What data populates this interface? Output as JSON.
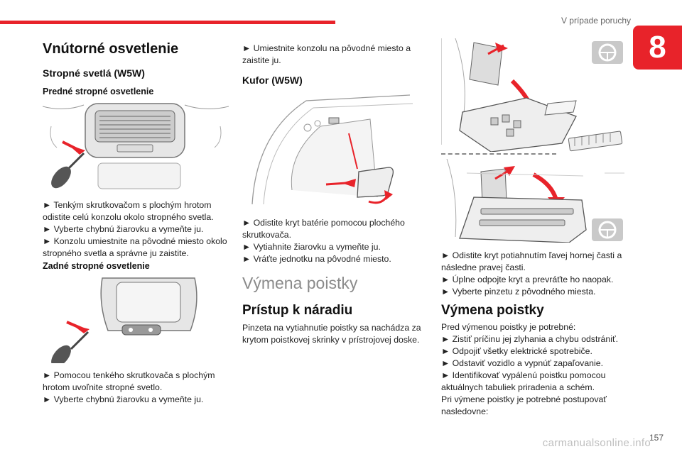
{
  "header": {
    "section": "V prípade poruchy",
    "chapter": "8",
    "page": "157",
    "watermark": "carmanualsonline.info"
  },
  "col1": {
    "title": "Vnútorné osvetlenie",
    "subtitle": "Stropné svetlá (W5W)",
    "front_heading": "Predné stropné osvetlenie",
    "front_steps": [
      "► Tenkým skrutkovačom s plochým hrotom",
      "odistite celú konzolu okolo stropného svetla.",
      "► Vyberte chybnú žiarovku a vymeňte ju.",
      "► Konzolu umiestnite na pôvodné miesto okolo",
      "stropného svetla a správne ju zaistite."
    ],
    "rear_heading": "Zadné stropné osvetlenie",
    "rear_steps": [
      "► Pomocou tenkého skrutkovača s plochým",
      "hrotom uvoľnite stropné svetlo.",
      "► Vyberte chybnú žiarovku a vymeňte ju."
    ]
  },
  "col2": {
    "intro_steps": [
      "► Umiestnite konzolu na pôvodné miesto a",
      "zaistite ju."
    ],
    "trunk_heading": "Kufor (W5W)",
    "trunk_steps": [
      "► Odistite kryt batérie pomocou plochého",
      "skrutkovača.",
      "► Vytiahnite žiarovku a vymeňte ju.",
      "► Vráťte jednotku na pôvodné miesto."
    ],
    "fuse_title": "Výmena poistky",
    "tools_heading": "Prístup k náradiu",
    "tools_text": [
      "Pinzeta na vytiahnutie poistky sa nachádza za",
      "krytom poistkovej skrinky v prístrojovej doske."
    ]
  },
  "col3": {
    "cover_steps": [
      "► Odistite kryt potiahnutím ľavej hornej časti a",
      "následne pravej časti.",
      "► Úplne odpojte kryt a prevráťte ho naopak.",
      "► Vyberte pinzetu z pôvodného miesta."
    ],
    "fuse_heading": "Výmena poistky",
    "fuse_text": [
      "Pred výmenou poistky je potrebné:",
      "► Zistiť príčinu jej zlyhania a chybu odstrániť.",
      "► Odpojiť všetky elektrické spotrebiče.",
      "► Odstaviť vozidlo a vypnúť zapaľovanie.",
      "► Identifikovať vypálenú poistku pomocou",
      "aktuálnych tabuliek priradenia a schém.",
      "Pri výmene poistky je potrebné postupovať",
      "nasledovne:"
    ]
  },
  "colors": {
    "accent": "#e8232a"
  },
  "icons": [
    "steering-wheel-icon-lhd",
    "steering-wheel-icon-rhd"
  ]
}
